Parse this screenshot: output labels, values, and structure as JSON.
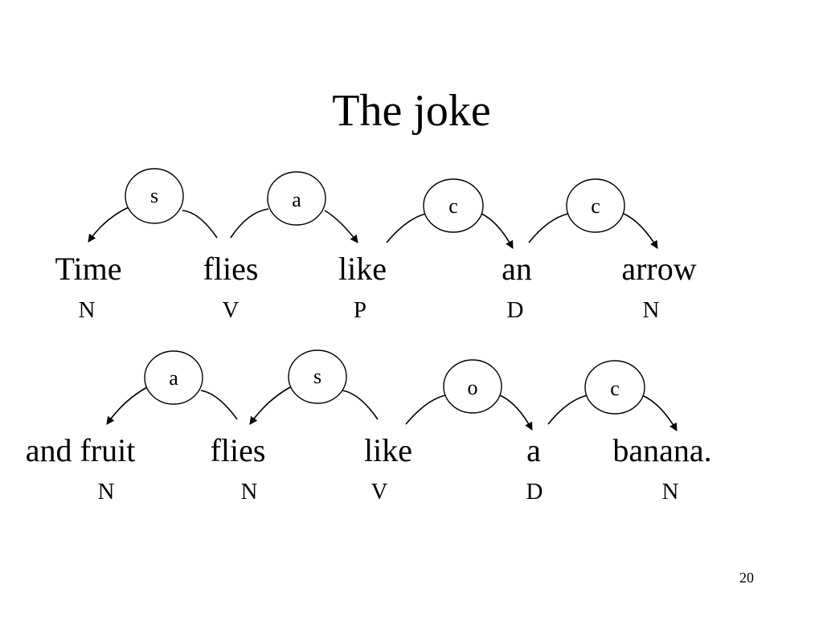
{
  "title": "The joke",
  "page_number": "20",
  "colors": {
    "ink": "#000000",
    "background": "#ffffff"
  },
  "sentences": [
    {
      "words": [
        "Time",
        "flies",
        "like",
        "an",
        "arrow"
      ],
      "tags": [
        "N",
        "V",
        "P",
        "D",
        "N"
      ],
      "relations": [
        "s",
        "a",
        "c",
        "c"
      ]
    },
    {
      "words": [
        "and fruit",
        "flies",
        "like",
        "a",
        "banana."
      ],
      "tags": [
        "N",
        "N",
        "V",
        "D",
        "N"
      ],
      "relations": [
        "a",
        "s",
        "o",
        "c"
      ]
    }
  ]
}
